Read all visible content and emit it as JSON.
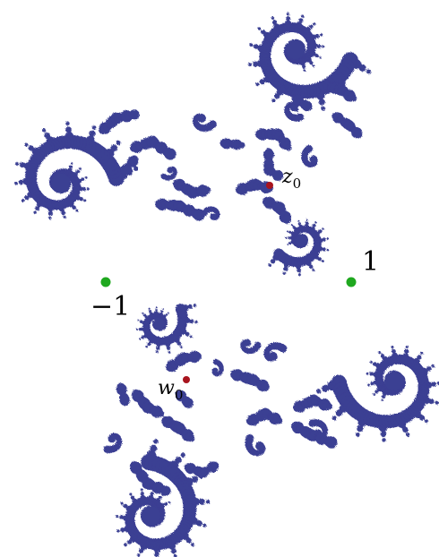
{
  "figure": {
    "colors": {
      "fractal": "#3b3f93",
      "critical_point": "#1fa81f",
      "marked_point": "#a8141e",
      "background": "#ffffff"
    },
    "labels": {
      "plus_one": "1",
      "minus_one": "−1",
      "z_main": "z",
      "z_sub": "0",
      "w_main": "w",
      "w_sub": "0"
    }
  }
}
